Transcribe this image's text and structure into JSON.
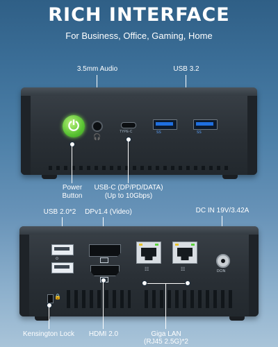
{
  "header": {
    "title": "RICH INTERFACE",
    "subtitle": "For Business, Office, Gaming, Home"
  },
  "front_panel": {
    "audio_label": "3.5mm Audio",
    "usb32_label": "USB 3.2",
    "usbc_port_text": "TYPE-C",
    "usb_ss_text": "SS",
    "power_label_line1": "Power",
    "power_label_line2": "Button",
    "usbc_label_line1": "USB-C (DP/PD/DATA)",
    "usbc_label_line2": "(Up to 10Gbps)"
  },
  "back_panel": {
    "usb20_label": "USB 2.0*2",
    "dp_label": "DPv1.4 (Video)",
    "dcin_label": "DC IN 19V/3.42A",
    "dcin_port_text": "DCIN",
    "kensington_label": "Kensington Lock",
    "hdmi_label": "HDMI 2.0",
    "lan_label_line1": "Giga LAN",
    "lan_label_line2": "(RJ45 2.5G)*2"
  },
  "colors": {
    "power_button": "#58c232",
    "usb3_port": "#1f6fe0",
    "background_top": "#2f5f86",
    "background_bottom": "#a9c4d9"
  }
}
